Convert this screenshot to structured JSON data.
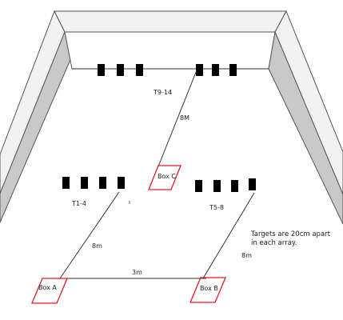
{
  "labels": {
    "t9_14": "T9-14",
    "t1_4": "T1-4",
    "t5_8": "T5-8",
    "dist_8M": "8M",
    "dist_8m_left": "8m",
    "dist_8m_right": "8m",
    "dist_3m": "3m"
  },
  "boxes": {
    "a": "Box A",
    "b": "Box B",
    "c": "Box C"
  },
  "note": {
    "line1": "Targets are 20cm apart",
    "line2": "in each array."
  },
  "colors": {
    "box_outline": "#e01b24",
    "target_fill": "#000000",
    "wall_outer": "#bfbfbf",
    "wall_top": "#f2f2f2",
    "line": "#333333"
  }
}
